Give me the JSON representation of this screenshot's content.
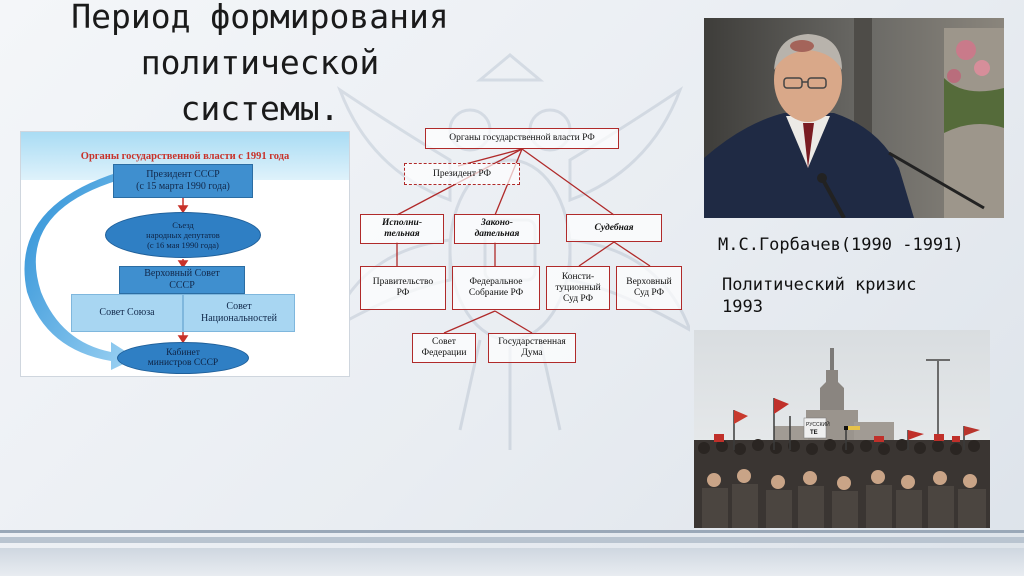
{
  "slide": {
    "title_lines": [
      "Период формирования",
      "политической",
      "системы."
    ],
    "photo1_caption": "М.С.Горбачев(1990 -1991)",
    "photo2_caption_lines": [
      "Политический кризис",
      "1993"
    ]
  },
  "ussr_diagram": {
    "title": "Органы государственной власти с 1991 года",
    "president": "Президент СССР",
    "president_date": "(с 15 марта 1990  года)",
    "congress_lines": [
      "Съезд",
      "народных депутатов",
      "(с 16 мая 1990 года)"
    ],
    "supreme_soviet_lines": [
      "Верховный Совет",
      "СССР"
    ],
    "council_union": "Совет Союза",
    "council_nationalities_lines": [
      "Совет",
      "Национальностей"
    ],
    "cabinet_lines": [
      "Кабинет",
      "министров СССР"
    ]
  },
  "rf_diagram": {
    "root": "Органы государственной власти РФ",
    "president": "Президент РФ",
    "executive_lines": [
      "Исполни-",
      "тельная"
    ],
    "legislative_lines": [
      "Законо-",
      "дательная"
    ],
    "judicial": "Судебная",
    "government_lines": [
      "Правительство",
      "РФ"
    ],
    "federal_assembly_lines": [
      "Федеральное",
      "Собрание РФ"
    ],
    "constitutional_court_lines": [
      "Консти-",
      "туционный",
      "Суд РФ"
    ],
    "supreme_court_lines": [
      "Верховный",
      "Суд РФ"
    ],
    "federation_council_lines": [
      "Совет",
      "Федерации"
    ],
    "state_duma_lines": [
      "Государственная",
      "Дума"
    ]
  },
  "protest_signs": [
    "РУССКИЙ",
    "ТЕ"
  ],
  "colors": {
    "diagram_red": "#b02a2a",
    "ussr_blue": "#3f8fcf",
    "ussr_title_red": "#c8322a"
  }
}
